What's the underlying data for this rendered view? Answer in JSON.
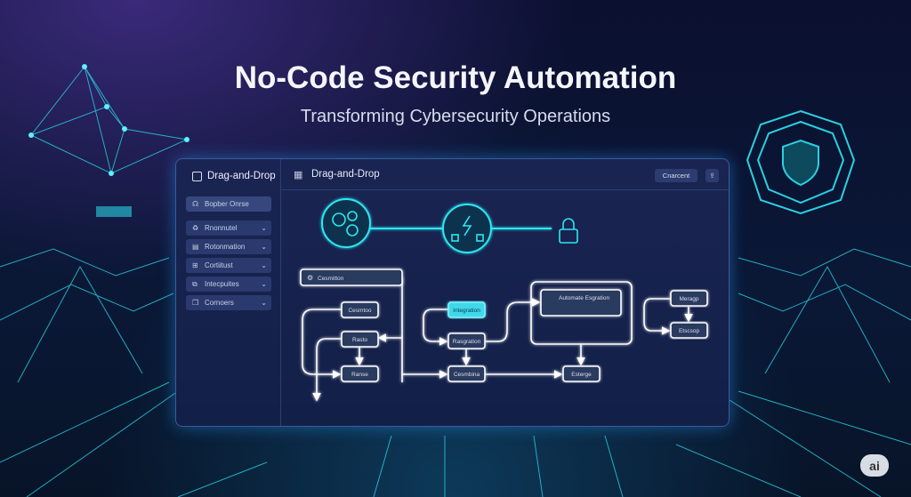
{
  "header": {
    "title": "No-Code Security Automation",
    "subtitle": "Transforming Cybersecurity Operations"
  },
  "sidebar": {
    "title": "Drag-and-Drop",
    "items": [
      {
        "label": "Bopber Onrse",
        "icon": "headset-icon"
      },
      {
        "label": "Rnonnutel",
        "icon": "recycle-icon"
      },
      {
        "label": "Rotonmation",
        "icon": "document-icon"
      },
      {
        "label": "Cortiitust",
        "icon": "grid-icon"
      },
      {
        "label": "Intecpuites",
        "icon": "puzzle-icon"
      },
      {
        "label": "Cornoers",
        "icon": "cube-icon"
      }
    ]
  },
  "main": {
    "title": "Drag-and-Drop",
    "button": "Cnarcent"
  },
  "flow": {
    "group": "Cesmitton",
    "nodes": [
      "Cesmtoo",
      "Rasto",
      "Ranse",
      "Integration",
      "Rasgration",
      "Cesmbina",
      "Automate Esgration",
      "Esterge",
      "Meragp",
      "Etscsop"
    ]
  },
  "badge": "ai",
  "colors": {
    "accent": "#2ee6f0",
    "panel": "#16224c",
    "background": "#0a1836"
  }
}
